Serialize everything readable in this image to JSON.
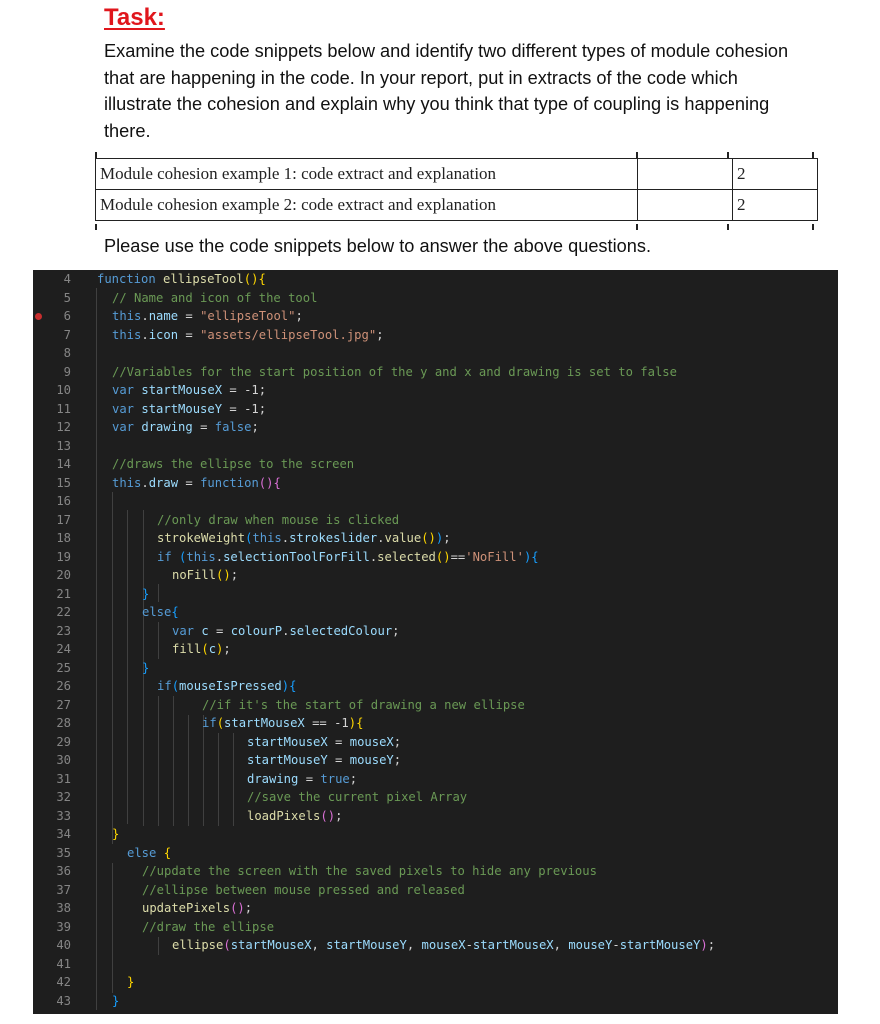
{
  "task": {
    "heading": "Task:",
    "text": "Examine the code snippets below and identify two different types of module cohesion that are happening in the code. In your report, put in extracts of the code which illustrate the cohesion and explain why you think that type of coupling is happening there."
  },
  "marks_table": {
    "rows": [
      {
        "description": "Module cohesion example 1: code extract and explanation",
        "blank": "",
        "marks": "2"
      },
      {
        "description": "Module cohesion example 2: code extract and explanation",
        "blank": "",
        "marks": "2"
      }
    ]
  },
  "instruction": "Please use the code snippets below to answer the above questions.",
  "editor": {
    "theme_colors": {
      "background": "#1e1e1e",
      "keyword": "#569cd6",
      "function": "#dcdcaa",
      "string": "#ce9178",
      "comment": "#6a9955",
      "line_number": "#858585",
      "breakpoint": "#c72e2e"
    },
    "breakpoint_line": 6,
    "lines": [
      {
        "n": "4",
        "text": "function ellipseTool(){"
      },
      {
        "n": "5",
        "text": "// Name and icon of the tool"
      },
      {
        "n": "6",
        "text": "this.name = \"ellipseTool\";"
      },
      {
        "n": "7",
        "text": "this.icon = \"assets/ellipseTool.jpg\";"
      },
      {
        "n": "8",
        "text": ""
      },
      {
        "n": "9",
        "text": "//Variables for the start position of the y and x and drawing is set to false"
      },
      {
        "n": "10",
        "text": "var startMouseX = -1;"
      },
      {
        "n": "11",
        "text": "var startMouseY = -1;"
      },
      {
        "n": "12",
        "text": "var drawing = false;"
      },
      {
        "n": "13",
        "text": ""
      },
      {
        "n": "14",
        "text": "//draws the ellipse to the screen"
      },
      {
        "n": "15",
        "text": "this.draw = function(){"
      },
      {
        "n": "16",
        "text": ""
      },
      {
        "n": "17",
        "text": "//only draw when mouse is clicked"
      },
      {
        "n": "18",
        "text": "strokeWeight(this.strokeslider.value());"
      },
      {
        "n": "19",
        "text": "if (this.selectionToolForFill.selected()=='NoFill'){"
      },
      {
        "n": "20",
        "text": "noFill();"
      },
      {
        "n": "21",
        "text": "}"
      },
      {
        "n": "22",
        "text": "else{"
      },
      {
        "n": "23",
        "text": "var c = colourP.selectedColour;"
      },
      {
        "n": "24",
        "text": "fill(c);"
      },
      {
        "n": "25",
        "text": "}"
      },
      {
        "n": "26",
        "text": "if(mouseIsPressed){"
      },
      {
        "n": "27",
        "text": "//if it's the start of drawing a new ellipse"
      },
      {
        "n": "28",
        "text": "if(startMouseX == -1){"
      },
      {
        "n": "29",
        "text": "startMouseX = mouseX;"
      },
      {
        "n": "30",
        "text": "startMouseY = mouseY;"
      },
      {
        "n": "31",
        "text": "drawing = true;"
      },
      {
        "n": "32",
        "text": "//save the current pixel Array"
      },
      {
        "n": "33",
        "text": "loadPixels();"
      },
      {
        "n": "34",
        "text": "}"
      },
      {
        "n": "35",
        "text": "else {"
      },
      {
        "n": "36",
        "text": "//update the screen with the saved pixels to hide any previous"
      },
      {
        "n": "37",
        "text": "//ellipse between mouse pressed and released"
      },
      {
        "n": "38",
        "text": "updatePixels();"
      },
      {
        "n": "39",
        "text": "//draw the ellipse"
      },
      {
        "n": "40",
        "text": "ellipse(startMouseX, startMouseY, mouseX-startMouseX, mouseY-startMouseY);"
      },
      {
        "n": "41",
        "text": ""
      },
      {
        "n": "42",
        "text": "}"
      },
      {
        "n": "43",
        "text": "}"
      }
    ]
  }
}
